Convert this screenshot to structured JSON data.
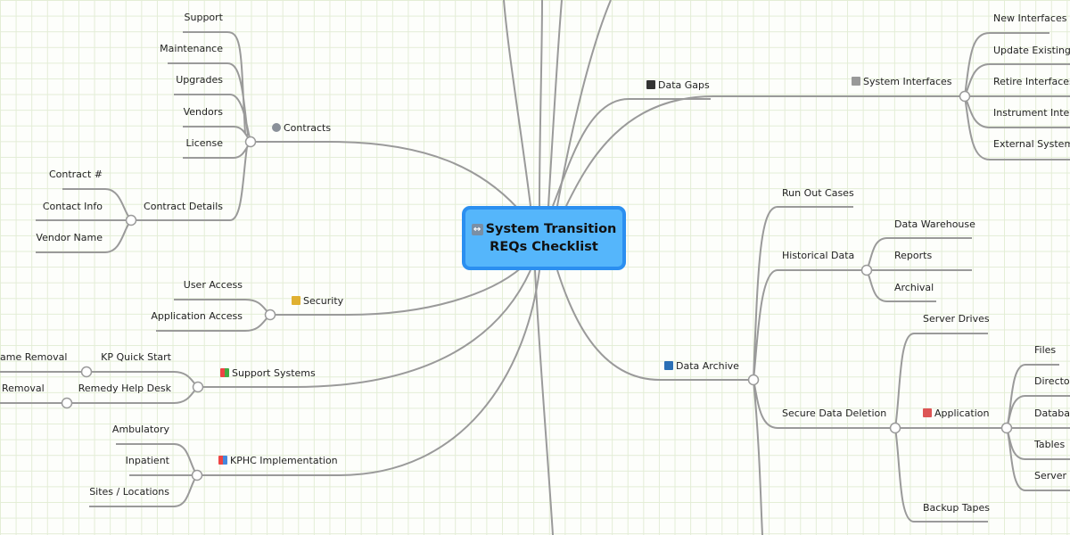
{
  "root": {
    "title_line1": "System Transition",
    "title_line2": "REQs Checklist",
    "icon": "left-right-arrow-icon"
  },
  "left": {
    "contracts": {
      "label": "Contracts",
      "icon": "gear-icon",
      "children": [
        "Support",
        "Maintenance",
        "Upgrades",
        "Vendors",
        "License",
        "Contract Details"
      ],
      "details": [
        "Contract #",
        "Contact Info",
        "Vendor Name"
      ]
    },
    "security": {
      "label": "Security",
      "icon": "key-icon",
      "children": [
        "User Access",
        "Application Access"
      ]
    },
    "support_systems": {
      "label": "Support Systems",
      "icon": "windows-icon",
      "children": [
        "KP Quick Start",
        "Remedy Help Desk"
      ],
      "grandchildren": [
        "ame Removal",
        "Removal"
      ]
    },
    "kphc": {
      "label": "KPHC Implementation",
      "icon": "windows-icon",
      "children": [
        "Ambulatory",
        "Inpatient",
        "Sites / Locations"
      ]
    }
  },
  "right": {
    "data_gaps": {
      "label": "Data Gaps",
      "icon": "monitor-icon"
    },
    "system_interfaces": {
      "label": "System Interfaces",
      "icon": "folder-icon",
      "children": [
        "New Interfaces",
        "Update Existing In",
        "Retire Interfaces",
        "Instrument Interfa",
        "External Systems"
      ]
    },
    "data_archive": {
      "label": "Data Archive",
      "icon": "book-icon",
      "run_out": "Run Out Cases",
      "historical": {
        "label": "Historical Data",
        "children": [
          "Data Warehouse",
          "Reports",
          "Archival"
        ]
      },
      "secure": {
        "label": "Secure Data Deletion",
        "server_drives": "Server Drives",
        "backup": "Backup Tapes",
        "application": {
          "label": "Application",
          "icon": "calendar-icon",
          "children": [
            "Files",
            "Director",
            "Databas",
            "Tables",
            "Server"
          ]
        }
      }
    }
  },
  "colors": {
    "line": "#9a9a9a",
    "root_fill": "#55b6fb",
    "root_border": "#2b8ff0"
  }
}
